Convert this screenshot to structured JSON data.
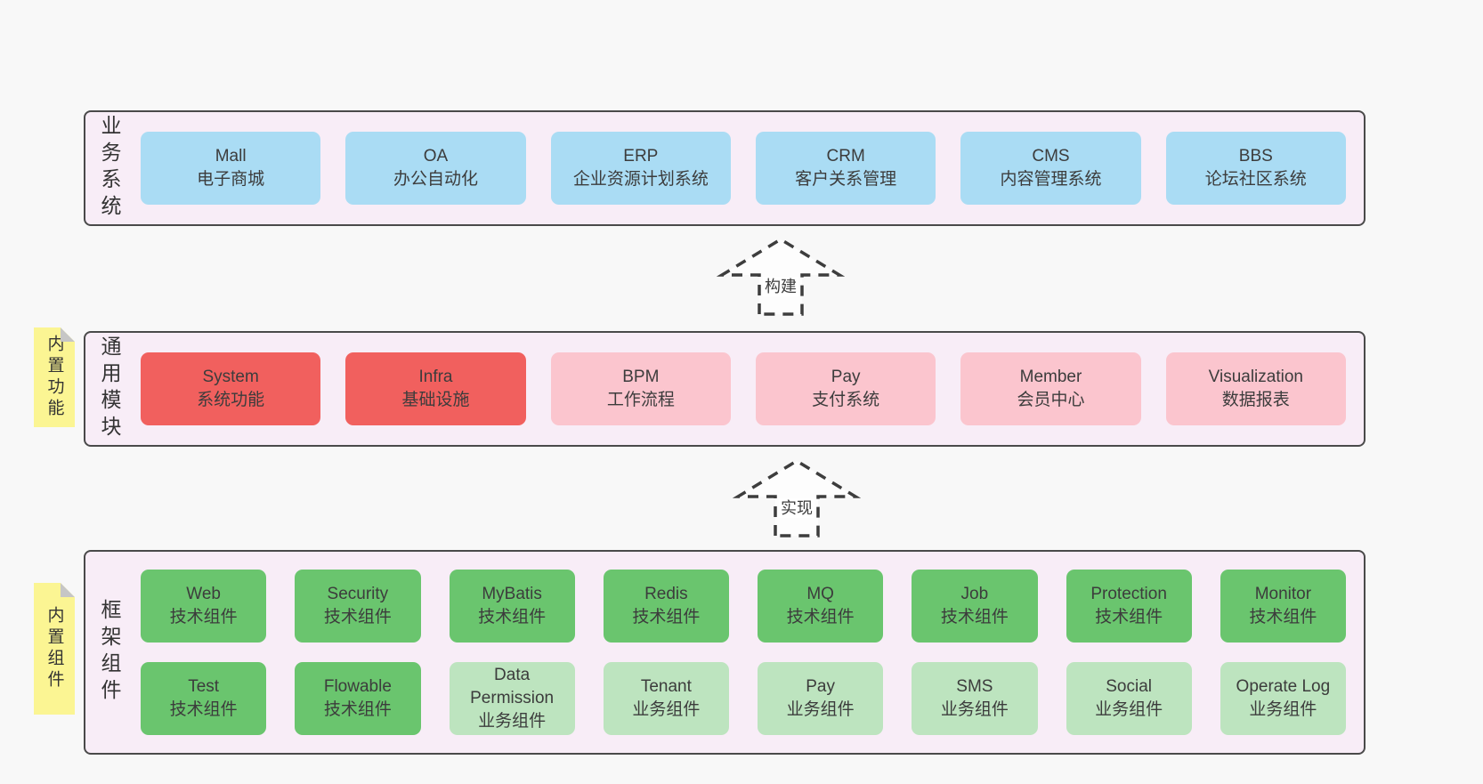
{
  "colors": {
    "page_background": "#f8f8f8",
    "panel_background": "#f8edf7",
    "panel_border": "#4a4a4a",
    "box_blue": "#aadcf4",
    "box_red": "#f1605e",
    "box_pink": "#fbc5ce",
    "box_green": "#6ac56e",
    "box_light_green": "#bde4bf",
    "sticky_yellow": "#fbf593",
    "sticky_fold_gray": "#c6c6c6",
    "text": "#3c3c3c"
  },
  "stickies": {
    "features": "内置功能",
    "components": "内置组件"
  },
  "arrows": {
    "build": "构建",
    "implement": "实现"
  },
  "layers": {
    "business": {
      "label": "业务系统",
      "boxes": [
        {
          "en": "Mall",
          "zh": "电子商城"
        },
        {
          "en": "OA",
          "zh": "办公自动化"
        },
        {
          "en": "ERP",
          "zh": "企业资源计划系统"
        },
        {
          "en": "CRM",
          "zh": "客户关系管理"
        },
        {
          "en": "CMS",
          "zh": "内容管理系统"
        },
        {
          "en": "BBS",
          "zh": "论坛社区系统"
        }
      ]
    },
    "modules": {
      "label": "通用模块",
      "boxes": [
        {
          "en": "System",
          "zh": "系统功能"
        },
        {
          "en": "Infra",
          "zh": "基础设施"
        },
        {
          "en": "BPM",
          "zh": "工作流程"
        },
        {
          "en": "Pay",
          "zh": "支付系统"
        },
        {
          "en": "Member",
          "zh": "会员中心"
        },
        {
          "en": "Visualization",
          "zh": "数据报表"
        }
      ]
    },
    "framework": {
      "label": "框架组件",
      "row1": [
        {
          "en": "Web",
          "zh": "技术组件"
        },
        {
          "en": "Security",
          "zh": "技术组件"
        },
        {
          "en": "MyBatis",
          "zh": "技术组件"
        },
        {
          "en": "Redis",
          "zh": "技术组件"
        },
        {
          "en": "MQ",
          "zh": "技术组件"
        },
        {
          "en": "Job",
          "zh": "技术组件"
        },
        {
          "en": "Protection",
          "zh": "技术组件"
        },
        {
          "en": "Monitor",
          "zh": "技术组件"
        }
      ],
      "row2": [
        {
          "en": "Test",
          "zh": "技术组件"
        },
        {
          "en": "Flowable",
          "zh": "技术组件"
        },
        {
          "en": "Data Permission",
          "zh": "业务组件"
        },
        {
          "en": "Tenant",
          "zh": "业务组件"
        },
        {
          "en": "Pay",
          "zh": "业务组件"
        },
        {
          "en": "SMS",
          "zh": "业务组件"
        },
        {
          "en": "Social",
          "zh": "业务组件"
        },
        {
          "en": "Operate Log",
          "zh": "业务组件"
        }
      ]
    }
  }
}
